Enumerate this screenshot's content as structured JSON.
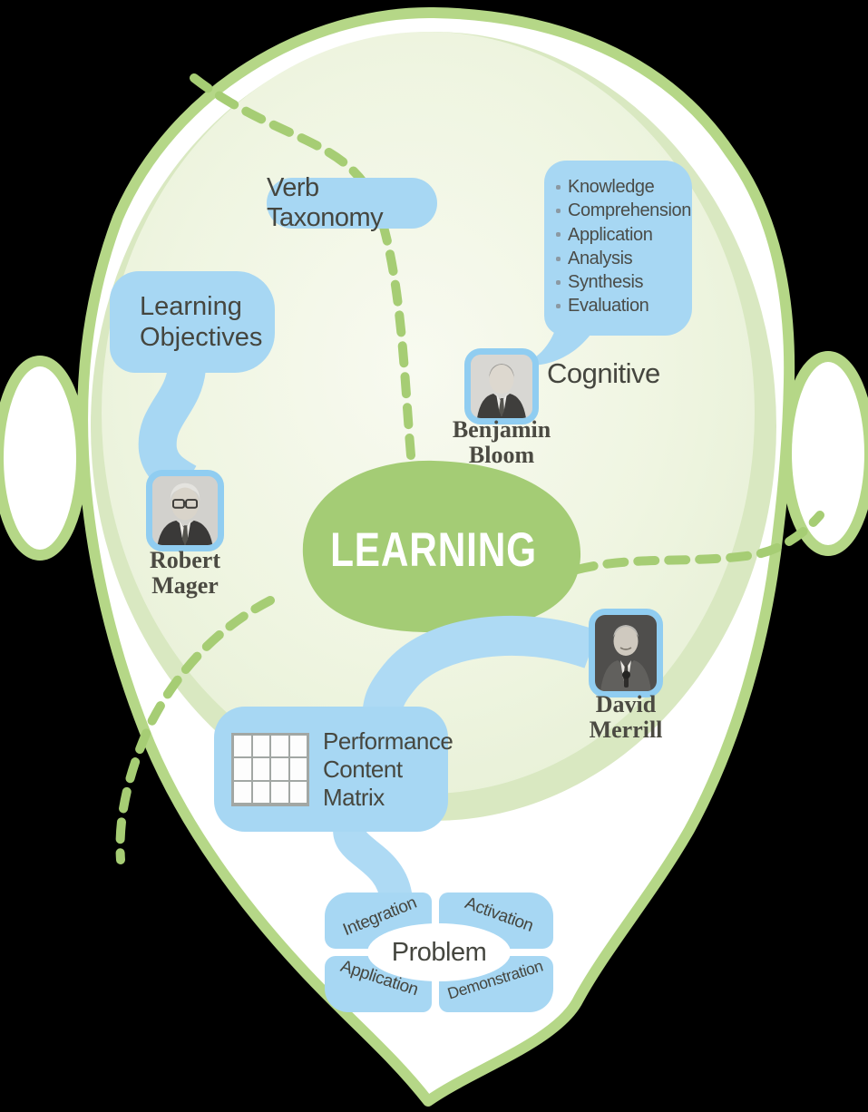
{
  "colors": {
    "bubble_blue": "#a7d7f3",
    "connector_blue": "#aedaf4",
    "blob_green": "#a4cc75",
    "outline_green": "#b5d787",
    "dash_green": "#a6cd74",
    "face_fill_light": "#f8faf0",
    "face_fill_edge": "#d9e8c1",
    "text_dark": "#45463f"
  },
  "center": {
    "label": "LEARNING"
  },
  "verb_taxonomy": {
    "label": "Verb Taxonomy"
  },
  "learning_objectives": {
    "line1": "Learning",
    "line2": "Objectives"
  },
  "cognitive": {
    "label": "Cognitive",
    "items": [
      "Knowledge",
      "Comprehension",
      "Application",
      "Analysis",
      "Synthesis",
      "Evaluation"
    ]
  },
  "people": {
    "bloom": {
      "first": "Benjamin",
      "last": "Bloom"
    },
    "mager": {
      "first": "Robert",
      "last": "Mager"
    },
    "merrill": {
      "first": "David",
      "last": "Merrill"
    }
  },
  "performance_content_matrix": {
    "line1": "Performance",
    "line2": "Content",
    "line3": "Matrix"
  },
  "problem_cycle": {
    "center": "Problem",
    "quadrants": {
      "top_left": "Integration",
      "top_right": "Activation",
      "bottom_left": "Application",
      "bottom_right": "Demonstration"
    }
  }
}
